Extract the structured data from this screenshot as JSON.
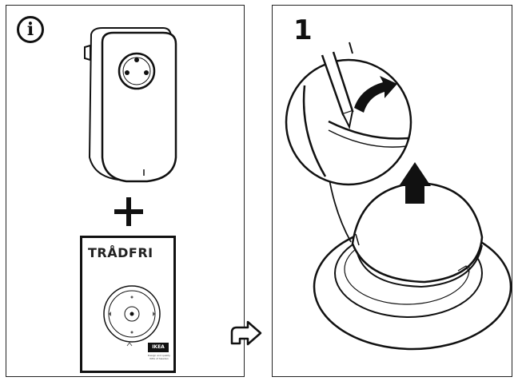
{
  "left_panel": {
    "info_icon_glyph": "i",
    "booklet": {
      "title": "TRÅDFRI",
      "brand": "IKEA",
      "brand_subtext": "Design and quality IKEA of Sweden"
    }
  },
  "right_panel": {
    "step_number": "1"
  },
  "icons": [
    "info-icon",
    "plus-icon",
    "next-page-arrow-icon",
    "up-arrow-icon",
    "curved-arrow-icon"
  ]
}
